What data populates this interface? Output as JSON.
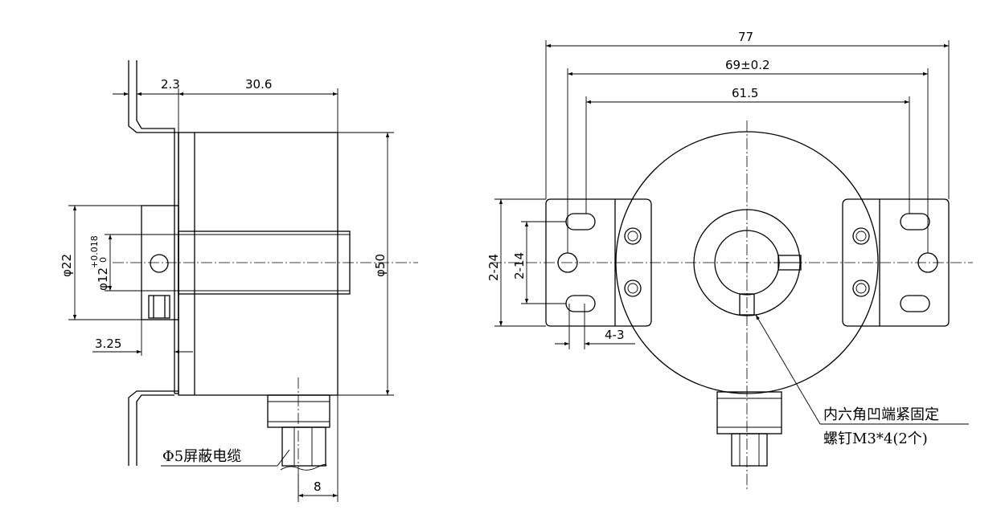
{
  "side_view": {
    "dim_flange_thickness": "2.3",
    "dim_body_length": "30.6",
    "dim_hub_diameter": "φ22",
    "dim_shaft_diameter": "φ12",
    "dim_shaft_tol_upper": "+0.018",
    "dim_shaft_tol_lower": "0",
    "dim_body_diameter": "φ50",
    "dim_slot_offset": "3.25",
    "dim_cable_offset": "8",
    "cable_note": "Φ5屏蔽电缆"
  },
  "front_view": {
    "dim_overall_width": "77",
    "dim_hole_pitch": "69±0.2",
    "dim_bracket_pitch": "61.5",
    "dim_outer_height": "2-24",
    "dim_slot_pitch": "2-14",
    "dim_slot_width": "4-3",
    "screw_note_line1": "内六角凹端紧固定",
    "screw_note_line2": "螺钉M3*4(2个)"
  }
}
